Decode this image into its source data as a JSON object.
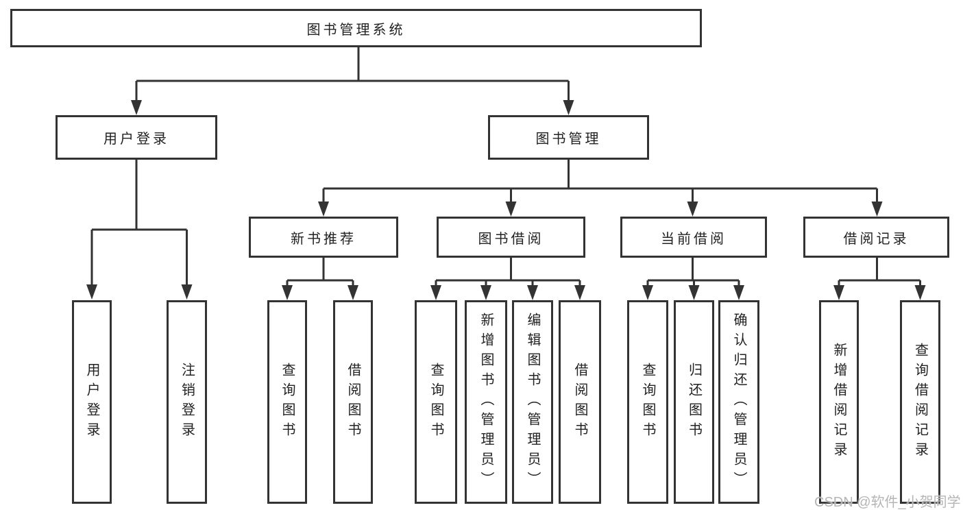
{
  "diagram": {
    "root": {
      "label": "图书管理系统"
    },
    "level2": [
      {
        "label": "用户登录"
      },
      {
        "label": "图书管理"
      }
    ],
    "level3": [
      {
        "label": "新书推荐"
      },
      {
        "label": "图书借阅"
      },
      {
        "label": "当前借阅"
      },
      {
        "label": "借阅记录"
      }
    ],
    "leaves": [
      {
        "label": "用户登录"
      },
      {
        "label": "注销登录"
      },
      {
        "label": "查询图书"
      },
      {
        "label": "借阅图书"
      },
      {
        "label": "查询图书"
      },
      {
        "label": "新增图书（管理员）"
      },
      {
        "label": "编辑图书（管理员）"
      },
      {
        "label": "借阅图书"
      },
      {
        "label": "查询图书"
      },
      {
        "label": "归还图书"
      },
      {
        "label": "确认归还（管理员）"
      },
      {
        "label": "新增借阅记录"
      },
      {
        "label": "查询借阅记录"
      }
    ]
  },
  "watermark": {
    "text": "CSDN @软件_小贺同学"
  },
  "colors": {
    "line": "#333333",
    "box_border": "#333333",
    "text": "#222222",
    "background": "#ffffff",
    "watermark": "#b5b5b5"
  }
}
